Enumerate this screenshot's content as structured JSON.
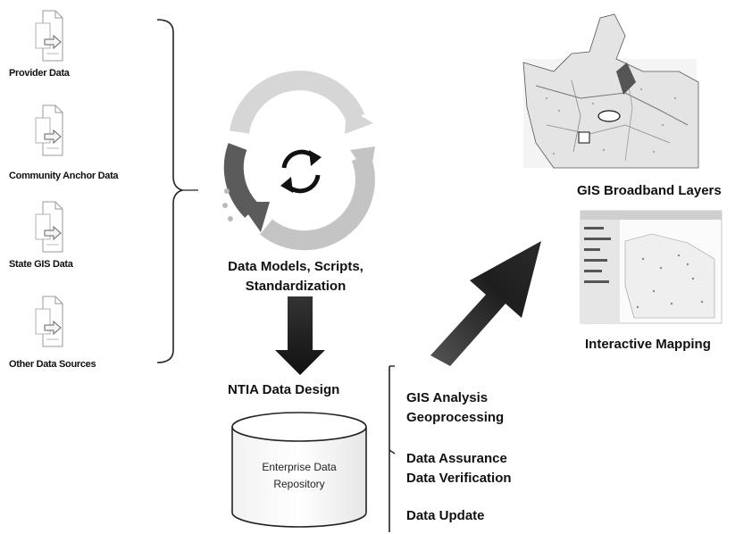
{
  "sources": [
    {
      "label": "Provider Data",
      "icon": "document-arrow-icon"
    },
    {
      "label": "Community Anchor Data",
      "icon": "document-arrow-icon"
    },
    {
      "label": "State GIS Data",
      "icon": "document-arrow-icon"
    },
    {
      "label": "Other Data Sources",
      "icon": "document-arrow-icon"
    }
  ],
  "process": {
    "line1": "Data Models, Scripts,",
    "line2": "Standardization"
  },
  "design": {
    "title": "NTIA Data Design",
    "db_line1": "Enterprise Data",
    "db_line2": "Repository"
  },
  "functions": {
    "items": [
      "GIS Analysis",
      "Geoprocessing",
      "Data Assurance",
      "Data Verification",
      "Data Update"
    ]
  },
  "outputs": {
    "map_label": "GIS Broadband Layers",
    "interactive_label": "Interactive Mapping"
  },
  "colors": {
    "arrow_dark": "#3a3a3a",
    "arrow_light": "#d8d8d8",
    "ink": "#111111"
  }
}
